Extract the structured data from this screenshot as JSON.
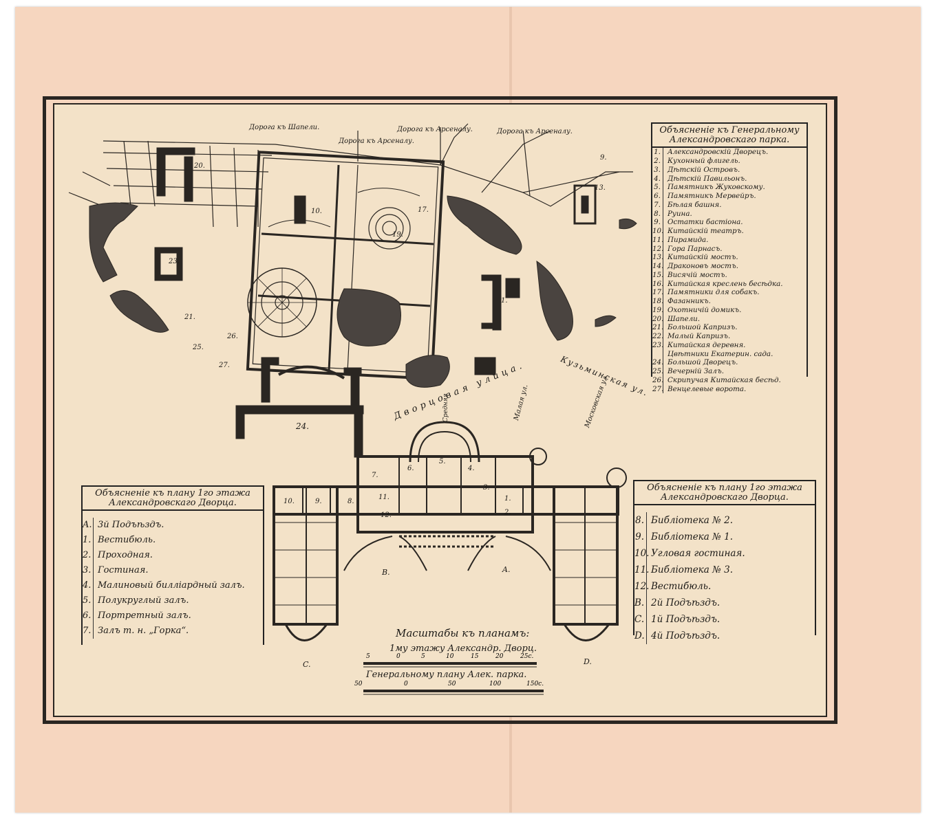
{
  "park_legend": {
    "title": "Объясненіе къ Генеральному Александровскаго парка.",
    "items": [
      {
        "num": "1.",
        "text": "Александровскій Дворецъ."
      },
      {
        "num": "2.",
        "text": "Кухонный флигель."
      },
      {
        "num": "3.",
        "text": "Дѣтскій Островъ."
      },
      {
        "num": "4.",
        "text": "Дѣтскій Павильонъ."
      },
      {
        "num": "5.",
        "text": "Памятникъ Жуковскому."
      },
      {
        "num": "6.",
        "text": "Памятникъ Мервейръ."
      },
      {
        "num": "7.",
        "text": "Бѣлая башня."
      },
      {
        "num": "8.",
        "text": "Руина."
      },
      {
        "num": "9.",
        "text": "Остатки бастіона."
      },
      {
        "num": "10.",
        "text": "Китайскій театръ."
      },
      {
        "num": "11.",
        "text": "Пирамида."
      },
      {
        "num": "12.",
        "text": "Гора Парнасъ."
      },
      {
        "num": "13.",
        "text": "Китайскій мостъ."
      },
      {
        "num": "14.",
        "text": "Драконовъ мостъ."
      },
      {
        "num": "15.",
        "text": "Висячій мостъ."
      },
      {
        "num": "16.",
        "text": "Китайская креслень бесѣдка."
      },
      {
        "num": "17.",
        "text": "Памятники для собакъ."
      },
      {
        "num": "18.",
        "text": "Фазанникъ."
      },
      {
        "num": "19.",
        "text": "Охотничій домикъ."
      },
      {
        "num": "20.",
        "text": "Шапели."
      },
      {
        "num": "21.",
        "text": "Большой Капризъ."
      },
      {
        "num": "22.",
        "text": "Малый Капризъ."
      },
      {
        "num": "23.",
        "text": "Китайская деревня."
      },
      {
        "num": "",
        "text": "Цвѣтники Екатерин. сада."
      },
      {
        "num": "24.",
        "text": "Большой Дворецъ."
      },
      {
        "num": "25.",
        "text": "Вечерній Залъ."
      },
      {
        "num": "26.",
        "text": "Скрипучая Китайская бесѣд."
      },
      {
        "num": "27.",
        "text": "Венцелевые ворота."
      }
    ]
  },
  "palace_legend_left": {
    "title": "Объясненіе къ плану 1го этажа Александровскаго Дворца.",
    "items": [
      {
        "num": "A.",
        "text": "3й Подъѣздъ."
      },
      {
        "num": "1.",
        "text": "Вестибюль."
      },
      {
        "num": "2.",
        "text": "Проходная."
      },
      {
        "num": "3.",
        "text": "Гостиная."
      },
      {
        "num": "4.",
        "text": "Малиновый билліардный залъ."
      },
      {
        "num": "5.",
        "text": "Полукруглый залъ."
      },
      {
        "num": "6.",
        "text": "Портретный залъ."
      },
      {
        "num": "7.",
        "text": "Залъ т. н. „Горка“."
      }
    ]
  },
  "palace_legend_right": {
    "title": "Объясненіе къ плану 1го этажа Александровскаго Дворца.",
    "items": [
      {
        "num": "8.",
        "text": "Библіотека № 2."
      },
      {
        "num": "9.",
        "text": "Библіотека № 1."
      },
      {
        "num": "10.",
        "text": "Угловая гостиная."
      },
      {
        "num": "11.",
        "text": "Библіотека № 3."
      },
      {
        "num": "12.",
        "text": "Вестибюль."
      },
      {
        "num": "B.",
        "text": "2й Подъѣздъ."
      },
      {
        "num": "C.",
        "text": "1й Подъѣздъ."
      },
      {
        "num": "D.",
        "text": "4й Подъѣздъ."
      }
    ]
  },
  "road_labels": {
    "chapel": "Дорога къ Шапели.",
    "arsenal_1": "Дорога къ Арсеналу.",
    "arsenal_2": "Дорога къ Арсеналу.",
    "arsenal_3": "Дорога къ Арсеналу.",
    "dvortsovaya": "Дворцовая улица.",
    "kuzminskaya": "Кузьминская ул.",
    "malaya": "Малая ул.",
    "moskovskaya": "Московская ул.",
    "srednyaya": "Средняя"
  },
  "map_numbers": {
    "n1": "1.",
    "n9": "9.",
    "n10": "10.",
    "n13": "13.",
    "n17": "17.",
    "n19": "19.",
    "n20": "20.",
    "n21": "21.",
    "n23": "23.",
    "n24": "24.",
    "n25": "25.",
    "n26": "26.",
    "n27": "27."
  },
  "room_numbers": [
    "1.",
    "2.",
    "3.",
    "4.",
    "5.",
    "6.",
    "7.",
    "8.",
    "9.",
    "10.",
    "11.",
    "12."
  ],
  "entrance_labels": {
    "A": "A.",
    "B": "B.",
    "C": "C.",
    "D": "D."
  },
  "scale": {
    "title": "Масштабы къ планамъ:",
    "palace_caption": "1му этажу Александр. Дворц.",
    "palace_ticks": [
      "5",
      "0",
      "5",
      "10",
      "15",
      "20",
      "25"
    ],
    "palace_unit": "25с.",
    "park_caption": "Генеральному плану Алек. парка.",
    "park_ticks": [
      "50",
      "0",
      "50",
      "100"
    ],
    "park_unit": "150с."
  },
  "colors": {
    "paper": "#f6d6bf",
    "plate": "#f3e2c8",
    "ink": "#2a2622",
    "water": "#4a4440"
  }
}
